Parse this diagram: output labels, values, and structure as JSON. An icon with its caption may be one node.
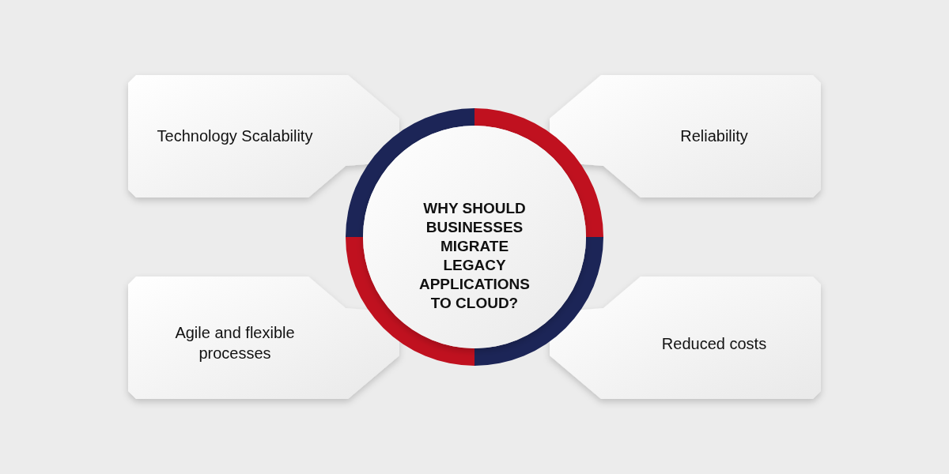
{
  "diagram": {
    "nodes": [
      {
        "text": [
          "WHY SHOULD BUSINESSES MIGRATE LEGACY APPLICATIONS TO CLOUD?"
        ]
      },
      {
        "text": [
          "Technology Scalability"
        ]
      },
      {
        "text": [
          "Reliability"
        ]
      },
      {
        "text": [
          "Agile and flexible processes"
        ]
      },
      {
        "text": [
          "Reduced costs"
        ]
      }
    ]
  }
}
